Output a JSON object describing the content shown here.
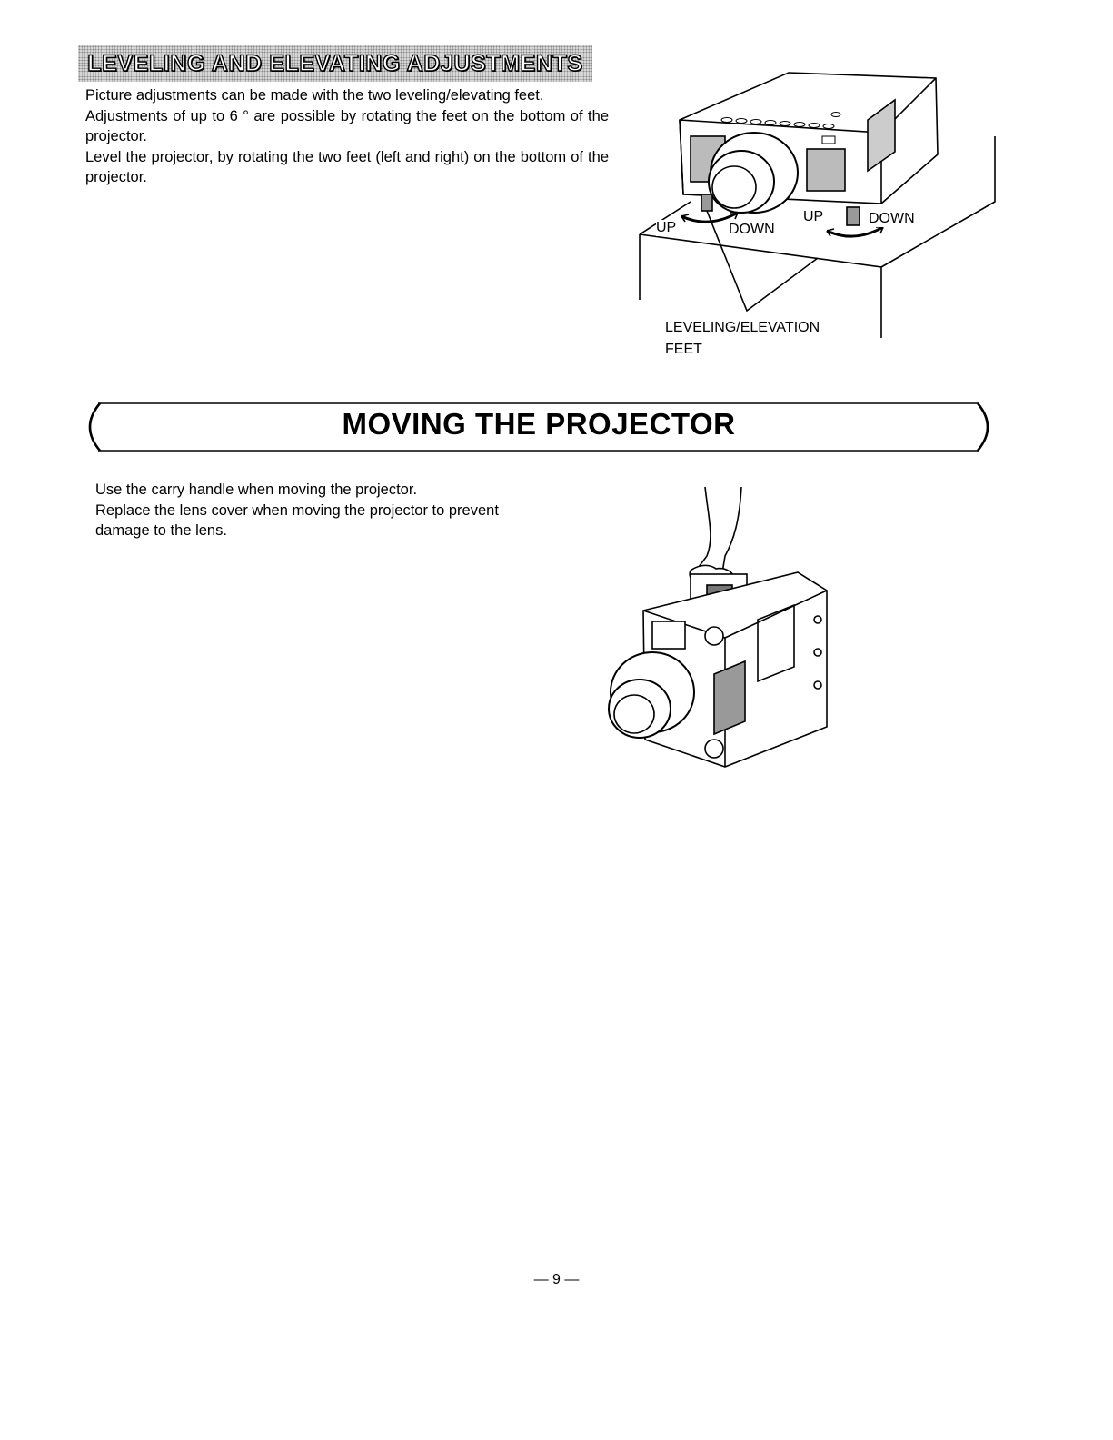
{
  "section_leveling": {
    "heading": "LEVELING AND ELEVATING ADJUSTMENTS",
    "paragraph": [
      "Picture adjustments can be made with the two leveling/elevating feet.",
      "Adjustments of up to 6 ° are possible by rotating the feet on the bottom of the projector.",
      "Level the projector, by rotating the two feet (left and right) on the bottom of the projector."
    ],
    "figure": {
      "left_up": "UP",
      "left_down": "DOWN",
      "right_up": "UP",
      "right_down": "DOWN",
      "caption_line1": "LEVELING/ELEVATION",
      "caption_line2": "FEET"
    }
  },
  "section_moving": {
    "heading": "MOVING THE PROJECTOR",
    "paragraph": [
      "Use the carry handle when moving the projector.",
      "Replace the lens cover when moving the projector to prevent damage to the lens."
    ]
  },
  "page_number": "— 9 —"
}
